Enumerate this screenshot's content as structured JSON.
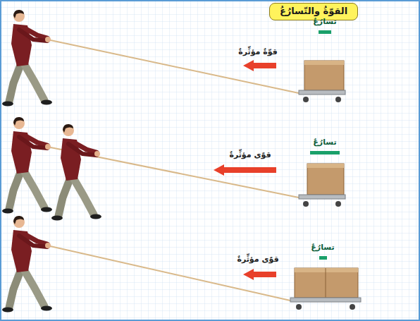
{
  "diagram": {
    "nodes": [
      {
        "text": [
          "القوّةُ والتّسارُعُ"
        ]
      }
    ],
    "labels": [
      "تسارُعٌ",
      "قوّةٌ مؤثِّرةٌ",
      "تسارُعٌ",
      "قوًى مؤثِّرةٌ",
      "تسارُعٌ",
      "قوًى مؤثِّرةٌ"
    ]
  }
}
